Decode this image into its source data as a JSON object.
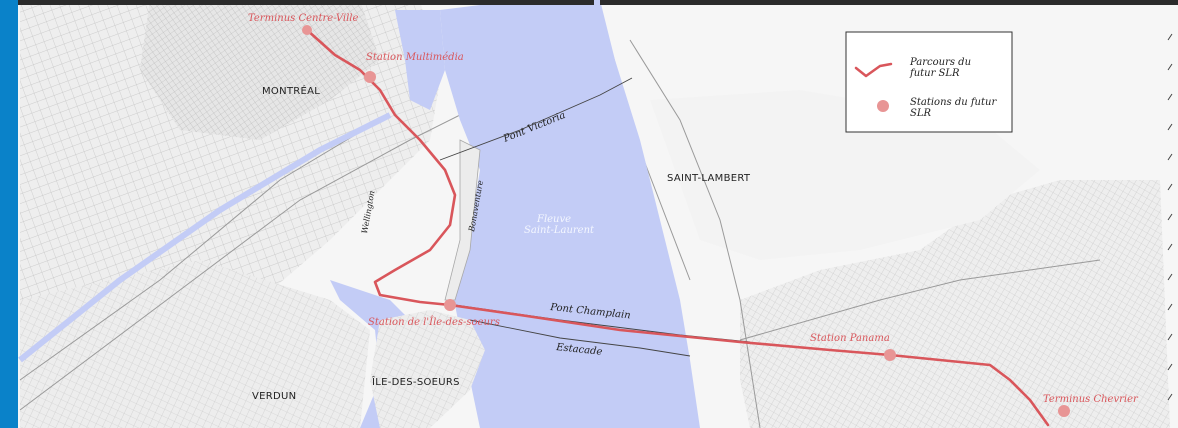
{
  "colors": {
    "route": "#d9565b",
    "station": "#e89595",
    "water": "#c3ccf6",
    "land": "#f2f2f2",
    "sidebar": "#0a82c9",
    "topbar": "#2b2b2b"
  },
  "legend": {
    "route_label_line1": "Parcours du",
    "route_label_line2": "futur SLR",
    "station_label_line1": "Stations du futur",
    "station_label_line2": "SLR"
  },
  "stations": {
    "centre_ville": "Terminus Centre-Ville",
    "multimedia": "Station Multimédia",
    "ile_des_soeurs": "Station de l'Île-des-soeurs",
    "panama": "Station Panama",
    "chevrier": "Terminus Chevrier"
  },
  "places": {
    "montreal": "MONTRÉAL",
    "saint_lambert": "SAINT-LAMBERT",
    "verdun": "VERDUN",
    "ile_des_soeurs": "ÎLE-DES-SOEURS"
  },
  "roads": {
    "pont_victoria": "Pont Victoria",
    "pont_champlain": "Pont Champlain",
    "estacade": "Estacade",
    "bonaventure": "Bonaventure",
    "wellington": "Wellington"
  },
  "water": {
    "line1": "Fleuve",
    "line2": "Saint-Laurent"
  }
}
